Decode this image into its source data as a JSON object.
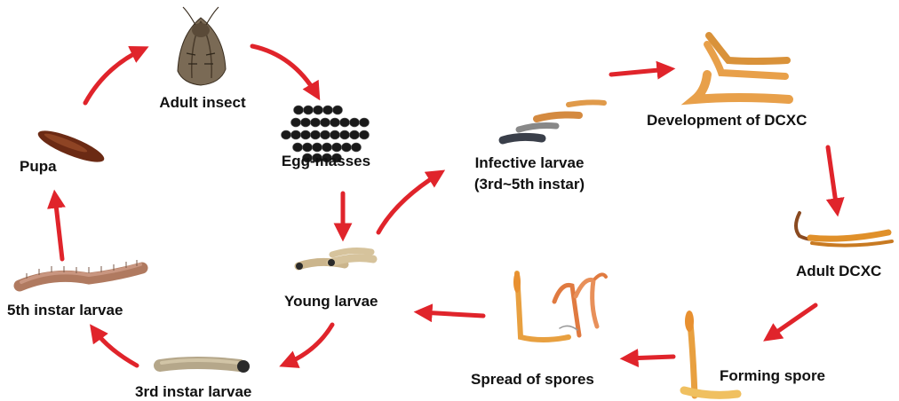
{
  "diagram": {
    "stages": {
      "adult_insect": "Adult insect",
      "egg_masses": "Egg-masses",
      "young_larvae": "Young larvae",
      "third_instar": "3rd instar larvae",
      "fifth_instar": "5th instar larvae",
      "pupa": "Pupa",
      "infective_larvae_line1": "Infective larvae",
      "infective_larvae_line2": "(3rd~5th instar)",
      "development": "Development of DCXC",
      "adult_dcxc": "Adult DCXC",
      "forming_spore": "Forming spore",
      "spread_spores": "Spread of spores"
    },
    "colors": {
      "arrow": "#e0242b",
      "larva": "#cbb58c",
      "larva_dark": "#3a3f4a",
      "fungus": "#e8902a",
      "egg": "#1a1a1a",
      "pupa": "#6b2a14"
    }
  }
}
